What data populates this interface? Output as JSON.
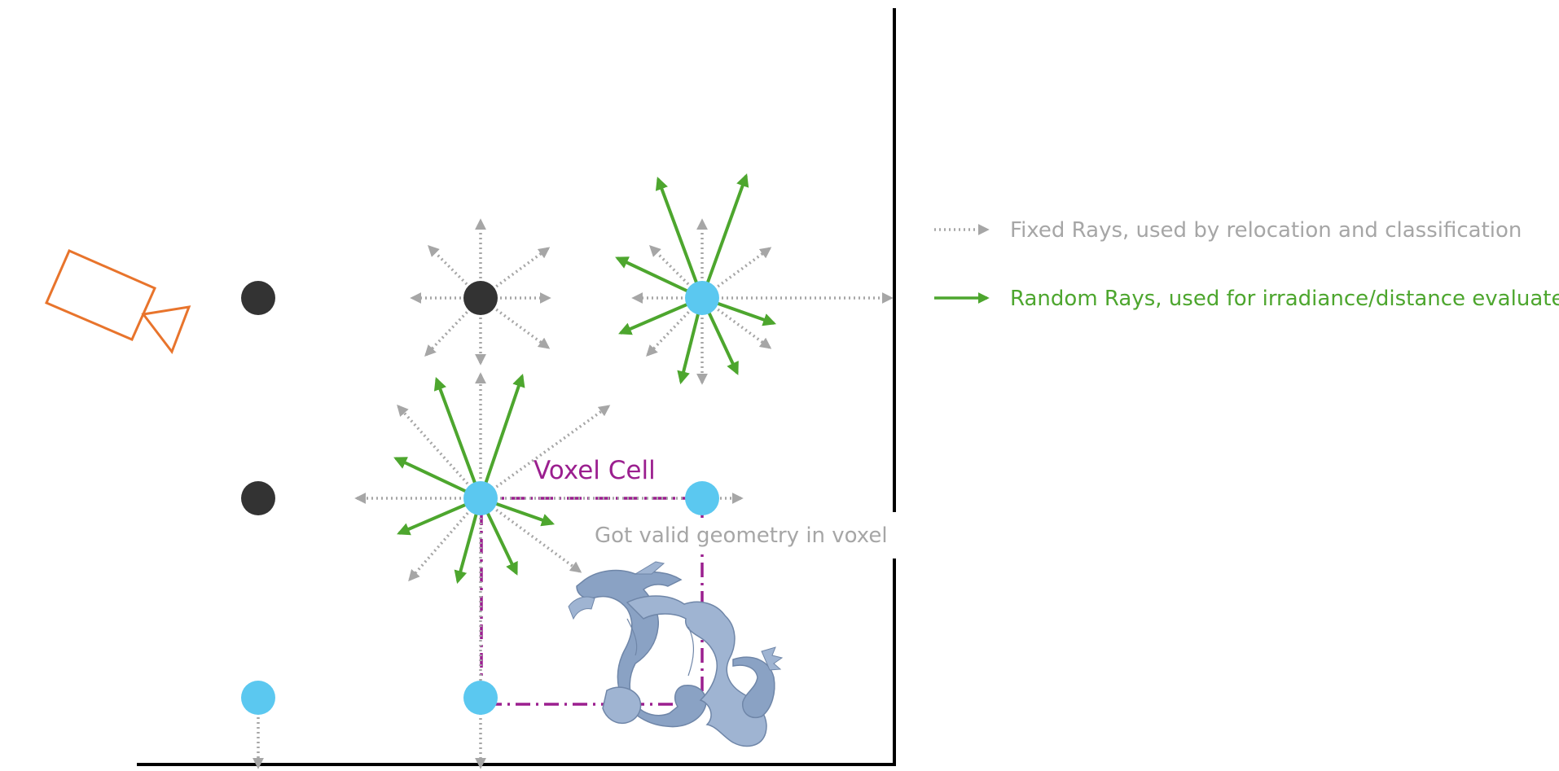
{
  "labels": {
    "voxel_cell": "Voxel Cell",
    "valid_geometry": "Got valid geometry in voxel"
  },
  "legend": [
    {
      "style": "dotted",
      "text": "Fixed Rays, used by relocation and classification",
      "color": "#a6a6a6"
    },
    {
      "style": "solid",
      "text": "Random Rays, used for irradiance/distance evaluate",
      "color": "#4da62e"
    }
  ],
  "colors": {
    "fixed_ray": "#a6a6a6",
    "random_ray": "#4da62e",
    "inactive_probe": "#333333",
    "active_probe": "#5bc8f0",
    "voxel_cell": "#9b1f8f",
    "camera": "#e8742c",
    "wall": "#000000",
    "dragon": "#8aa2c4"
  },
  "icons": {
    "camera": "camera-icon",
    "dragon": "dragon-model-icon"
  }
}
